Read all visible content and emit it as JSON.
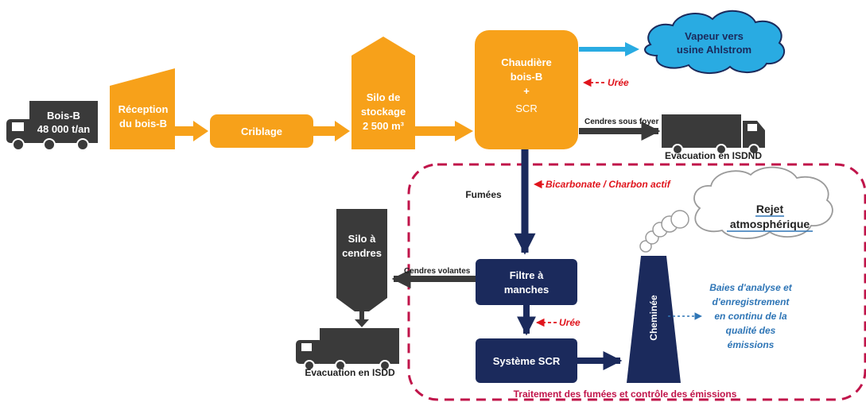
{
  "truck_in": {
    "line1": "Bois-B",
    "line2": "48 000 t/an"
  },
  "reception": {
    "line1": "Réception",
    "line2": "du bois-B"
  },
  "criblage": {
    "label": "Criblage"
  },
  "silo_stockage": {
    "line1": "Silo de",
    "line2": "stockage",
    "line3": "2 500 m³"
  },
  "chaudiere": {
    "line1": "Chaudière",
    "line2": "bois-B",
    "line3": "+",
    "line4": "SCR"
  },
  "vapeur": {
    "line1": "Vapeur vers",
    "line2": "usine Ahlstrom"
  },
  "uree_top": "Urée",
  "cendres_sous_foyer": "Cendres sous foyer",
  "evacuation_isdnd": "Evacuation en ISDND",
  "bicarbonate": "Bicarbonate / Charbon actif",
  "fumees": "Fumées",
  "silo_cendres": {
    "line1": "Silo à",
    "line2": "cendres"
  },
  "cendres_volantes": "Cendres volantes",
  "filtre": {
    "line1": "Filtre à",
    "line2": "manches"
  },
  "uree_bottom": "Urée",
  "systeme_scr": "Système SCR",
  "evacuation_isdd": "Evacuation en ISDD",
  "cheminee": "Cheminée",
  "rejet": {
    "line1": "Rejet",
    "line2": "atmosphérique"
  },
  "baies": {
    "line1": "Baies d'analyse et",
    "line2": "d'enregistrement",
    "line3": "en continu de la",
    "line4": "qualité des",
    "line5": "émissions"
  },
  "traitement": "Traitement des fumées et contrôle des émissions",
  "colors": {
    "orange": "#f7a11a",
    "dark_gray": "#3a3a3a",
    "navy": "#1b2a5c",
    "sky_blue": "#29abe2",
    "red": "#e0141c",
    "crimson": "#c0144a",
    "blue_text": "#2e75b6"
  }
}
